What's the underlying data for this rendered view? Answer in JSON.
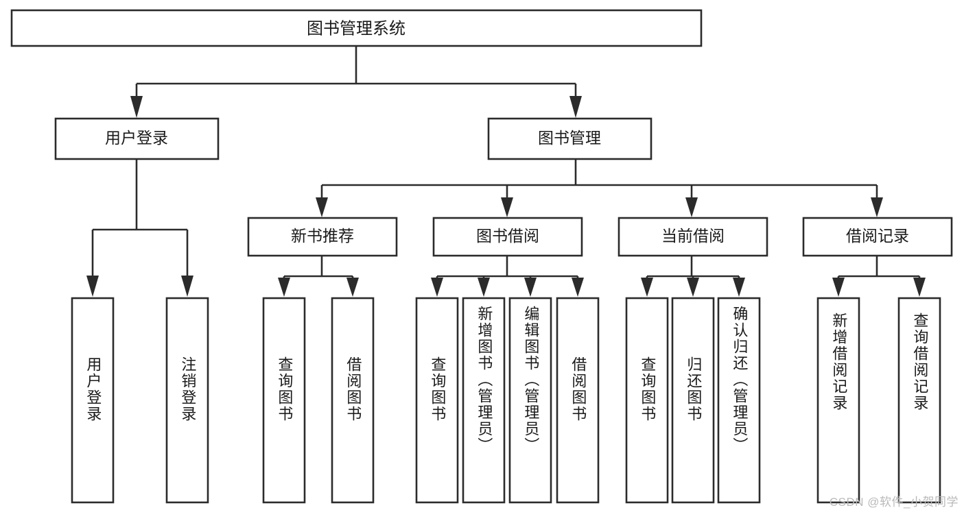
{
  "diagram": {
    "type": "tree-hierarchy-flowchart",
    "title_node": {
      "label": "图书管理系统"
    },
    "level2": [
      {
        "id": "user-login",
        "label": "用户登录"
      },
      {
        "id": "book-management",
        "label": "图书管理"
      }
    ],
    "level3": [
      {
        "id": "new-book-recommend",
        "label": "新书推荐",
        "parent": "book-management"
      },
      {
        "id": "book-borrow",
        "label": "图书借阅",
        "parent": "book-management"
      },
      {
        "id": "current-borrow",
        "label": "当前借阅",
        "parent": "book-management"
      },
      {
        "id": "borrow-record",
        "label": "借阅记录",
        "parent": "book-management"
      }
    ],
    "leaves": {
      "user-login": [
        {
          "id": "leaf-user-login",
          "label": "用户登录"
        },
        {
          "id": "leaf-logout",
          "label": "注销登录"
        }
      ],
      "new-book-recommend": [
        {
          "id": "leaf-query-book-1",
          "label": "查询图书"
        },
        {
          "id": "leaf-borrow-book-1",
          "label": "借阅图书"
        }
      ],
      "book-borrow": [
        {
          "id": "leaf-query-book-2",
          "label": "查询图书"
        },
        {
          "id": "leaf-add-book",
          "label": "新增图书（管理员）"
        },
        {
          "id": "leaf-edit-book",
          "label": "编辑图书（管理员）"
        },
        {
          "id": "leaf-borrow-book-2",
          "label": "借阅图书"
        }
      ],
      "current-borrow": [
        {
          "id": "leaf-query-book-3",
          "label": "查询图书"
        },
        {
          "id": "leaf-return-book",
          "label": "归还图书"
        },
        {
          "id": "leaf-confirm-return",
          "label": "确认归还（管理员）"
        }
      ],
      "borrow-record": [
        {
          "id": "leaf-add-record",
          "label": "新增借阅记录"
        },
        {
          "id": "leaf-query-record",
          "label": "查询借阅记录"
        }
      ]
    },
    "colors": {
      "stroke": "#2b2b2b",
      "fill": "#ffffff",
      "text": "#1a1a1a",
      "background": "#ffffff",
      "watermark": "#b9b9b9"
    }
  },
  "watermark": {
    "text": "CSDN @软件_小贺同学"
  }
}
